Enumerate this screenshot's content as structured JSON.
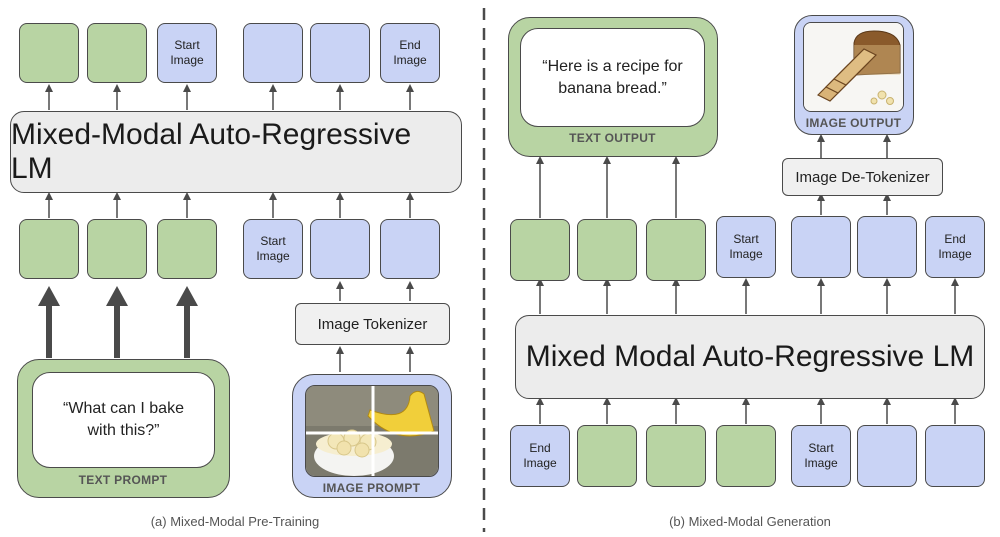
{
  "left": {
    "lm_title": "Mixed-Modal Auto-Regressive LM",
    "top_tokens": [
      "",
      "",
      "Start Image",
      "",
      "",
      "End Image"
    ],
    "bottom_tokens": [
      "",
      "",
      "",
      "Start Image",
      "",
      ""
    ],
    "tokenizer_label": "Image Tokenizer",
    "text_prompt": {
      "text": "“What can I bake with this?”",
      "label": "TEXT PROMPT"
    },
    "image_prompt": {
      "label": "IMAGE PROMPT",
      "image_icon": "bananas-in-bowl-photo"
    },
    "caption": "(a) Mixed-Modal Pre-Training"
  },
  "right": {
    "lm_title": "Mixed Modal Auto-Regressive LM",
    "output_tokens": [
      "",
      "",
      "",
      "Start Image",
      "",
      "",
      "End Image"
    ],
    "input_tokens": [
      "End Image",
      "",
      "",
      "",
      "Start Image",
      "",
      ""
    ],
    "detokenizer_label": "Image De-Tokenizer",
    "text_output": {
      "text": "“Here is a recipe for banana bread.”",
      "label": "TEXT OUTPUT"
    },
    "image_output": {
      "label": "IMAGE OUTPUT",
      "image_icon": "banana-bread-photo"
    },
    "caption": "(b) Mixed-Modal Generation"
  },
  "colors": {
    "green": "#b8d4a3",
    "blue": "#c9d3f5",
    "gray": "#ececec",
    "line": "#4a4a4a"
  }
}
